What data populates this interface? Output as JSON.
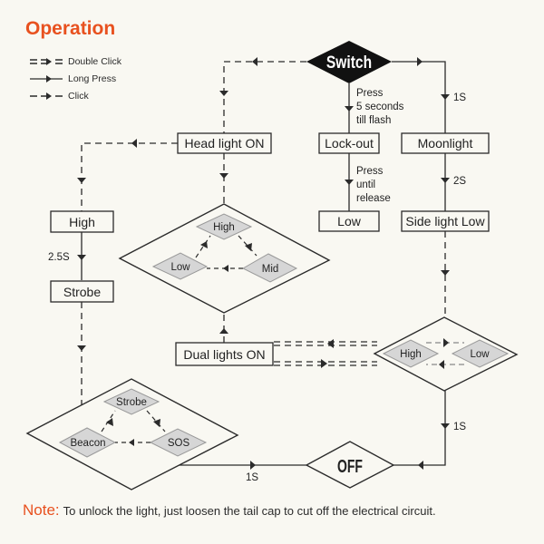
{
  "title": "Operation",
  "legend": [
    {
      "symbol": "double-dash-arrow",
      "label": "Double Click"
    },
    {
      "symbol": "solid-arrow",
      "label": "Long Press"
    },
    {
      "symbol": "single-dash-arrow",
      "label": "Click"
    }
  ],
  "nodes": {
    "switch": "Switch",
    "head_light_on": "Head light ON",
    "lock_out": "Lock-out",
    "moonlight": "Moonlight",
    "low": "Low",
    "side_light_low": "Side light Low",
    "high": "High",
    "strobe": "Strobe",
    "dual_lights_on": "Dual lights ON",
    "off": "OFF"
  },
  "headlight_cycle": {
    "high": "High",
    "mid": "Mid",
    "low": "Low"
  },
  "special_cycle": {
    "strobe": "Strobe",
    "sos": "SOS",
    "beacon": "Beacon"
  },
  "dual_cycle": {
    "high": "High",
    "low": "Low"
  },
  "edge_labels": {
    "lockout_press": [
      "Press",
      "5 seconds",
      "till flash"
    ],
    "low_press": [
      "Press",
      "until",
      "release"
    ],
    "moonlight_time": "1S",
    "side_light_time": "2S",
    "strobe_time": "2.5S",
    "dual_off_time": "1S",
    "special_off_time": "1S"
  },
  "note": {
    "label": "Note:",
    "text": "To unlock the light, just loosen the tail cap to cut off the electrical circuit."
  },
  "colors": {
    "accent": "#e8511f",
    "line": "#2b2b2b",
    "inner_diamond_fill": "#d6d6d6",
    "background": "#f9f8f2"
  }
}
